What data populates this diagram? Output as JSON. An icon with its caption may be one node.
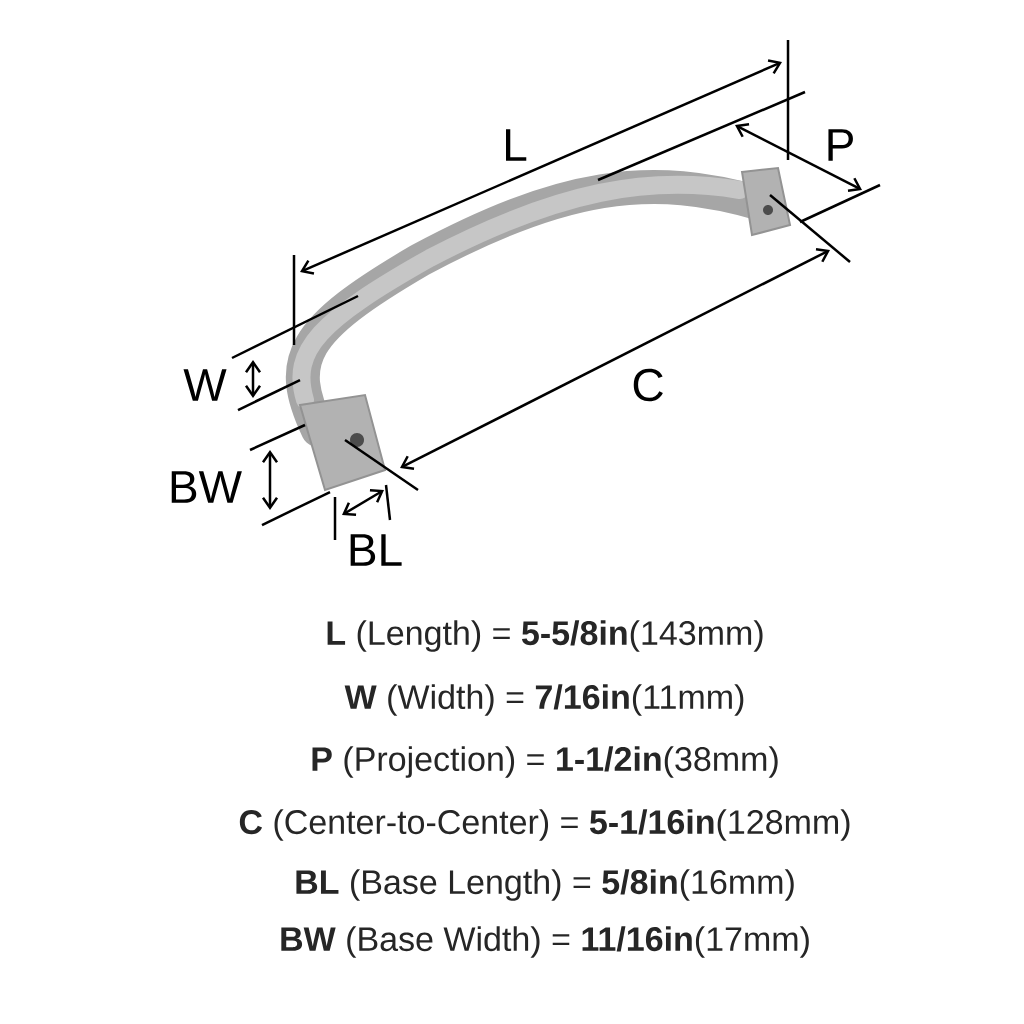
{
  "diagram": {
    "labels": [
      "L",
      "P",
      "W",
      "C",
      "BW",
      "BL",
      "**L** (Length) = **5-5/8in**(143mm)",
      "**W** (Width) = **7/16in**(11mm)",
      "**P** (Projection) = **1-1/2in**(38mm)",
      "**C** (Center-to-Center) = **5-1/16in**(128mm)",
      "**BL** (Base Length) = **5/8in**(16mm)",
      "**BW** (Base Width) = **11/16in**(17mm)"
    ]
  }
}
